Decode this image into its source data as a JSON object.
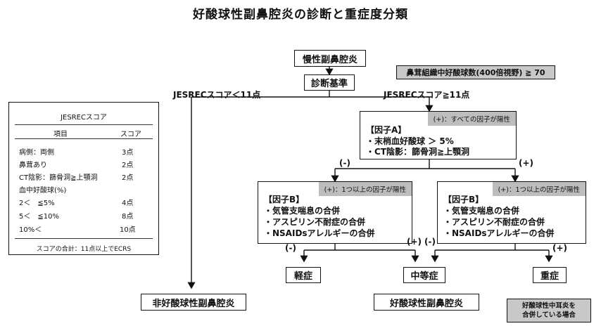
{
  "title": "好酸球性副鼻腔炎の診断と重症度分類",
  "nodes": {
    "chronic": "慢性副鼻腔炎",
    "criteria": "診断基準",
    "eosinophil_count": "鼻茸組織中好酸球数(400倍視野) ≧ 70",
    "non_ecrs": "非好酸球性副鼻腔炎",
    "ecrs": "好酸球性副鼻腔炎",
    "mild": "軽症",
    "moderate": "中等症",
    "severe": "重症",
    "otitis_note_line1": "好酸球性中耳炎を",
    "otitis_note_line2": "合併している場合"
  },
  "branches": {
    "score_low": "JESRECスコア＜11点",
    "score_high": "JESRECスコア≧11点",
    "neg_a": "(-)",
    "pos_a": "(+)",
    "b_left_neg": "(-)",
    "b_left_pos": "(+)",
    "b_right_neg": "(-)",
    "b_right_pos": "(+)"
  },
  "factor_a": {
    "header": "(+)：すべての因子が陽性",
    "title": "【因子A】",
    "items": [
      "・末梢血好酸球 ＞ 5%",
      "・CT陰影：篩骨洞≧上顎洞"
    ]
  },
  "factor_b": {
    "header": "(+)：1つ以上の因子が陽性",
    "title": "【因子B】",
    "items": [
      "・気管支喘息の合併",
      "・アスピリン不耐症の合併",
      "・NSAIDsアレルギーの合併"
    ]
  },
  "jesrec_table": {
    "title": "JESRECスコア",
    "col_item": "項目",
    "col_score": "スコア",
    "rows": [
      {
        "item": "病側：両側",
        "score": "3点"
      },
      {
        "item": "鼻茸あり",
        "score": "2点"
      },
      {
        "item": "CT陰影：篩骨洞≧上顎洞",
        "score": "2点"
      },
      {
        "item": "血中好酸球(%)",
        "score": ""
      },
      {
        "item": "2＜　≦5%",
        "score": "4点"
      },
      {
        "item": "5＜　≦10%",
        "score": "8点"
      },
      {
        "item": "10%＜",
        "score": "10点"
      }
    ],
    "footer": "スコアの合計：11点以上でECRS"
  }
}
